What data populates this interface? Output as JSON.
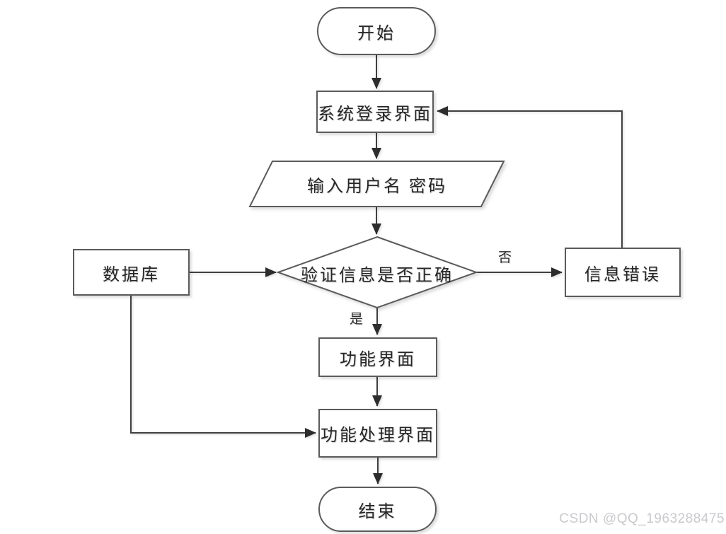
{
  "diagram": {
    "title": "system-login-flowchart",
    "nodes": [
      {
        "id": "start",
        "type": "terminator",
        "label": "开始"
      },
      {
        "id": "login",
        "type": "process",
        "label": "系统登录界面"
      },
      {
        "id": "input",
        "type": "input-output",
        "label": "输入用户名 密码"
      },
      {
        "id": "verify",
        "type": "decision",
        "label": "验证信息是否正确"
      },
      {
        "id": "database",
        "type": "process",
        "label": "数据库"
      },
      {
        "id": "error",
        "type": "process",
        "label": "信息错误"
      },
      {
        "id": "function",
        "type": "process",
        "label": "功能界面"
      },
      {
        "id": "process",
        "type": "process",
        "label": "功能处理界面"
      },
      {
        "id": "end",
        "type": "terminator",
        "label": "结束"
      }
    ],
    "edges": [
      {
        "from": "start",
        "to": "login",
        "label": ""
      },
      {
        "from": "login",
        "to": "input",
        "label": ""
      },
      {
        "from": "input",
        "to": "verify",
        "label": ""
      },
      {
        "from": "database",
        "to": "verify",
        "label": ""
      },
      {
        "from": "verify",
        "to": "error",
        "label": "否"
      },
      {
        "from": "error",
        "to": "login",
        "label": ""
      },
      {
        "from": "verify",
        "to": "function",
        "label": "是"
      },
      {
        "from": "function",
        "to": "process",
        "label": ""
      },
      {
        "from": "database",
        "to": "process",
        "label": ""
      },
      {
        "from": "process",
        "to": "end",
        "label": ""
      }
    ],
    "colors": {
      "line": "#3f3f3f",
      "shape_border": "#5b5b5b",
      "shape_fill": "#ffffff",
      "text": "#262626",
      "background": "#ffffff",
      "watermark": "#c9cacd"
    }
  },
  "watermark": {
    "text": "CSDN @QQ_1963288475"
  }
}
